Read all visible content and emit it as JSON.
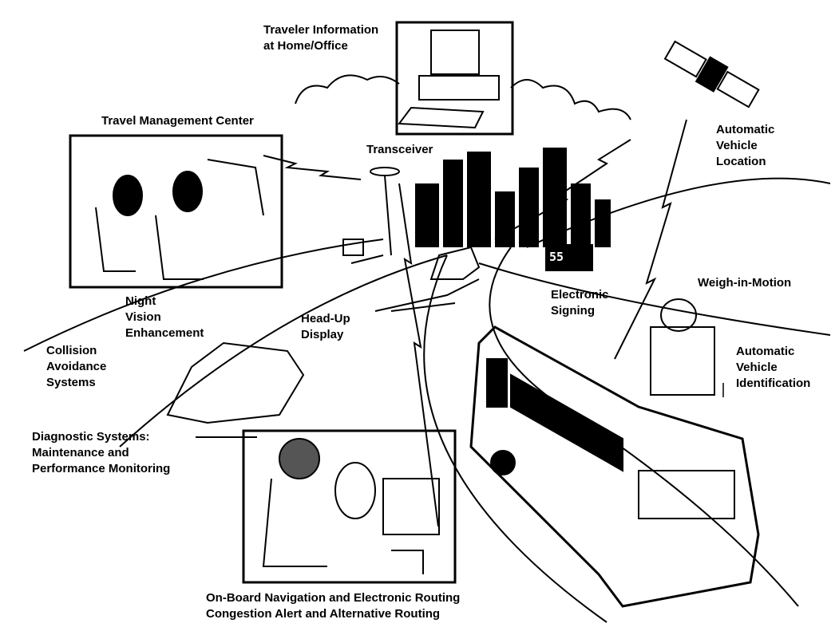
{
  "labels": {
    "traveler_info": [
      "Traveler Information",
      "at Home/Office"
    ],
    "travel_mgmt": "Travel Management Center",
    "transceiver": "Transceiver",
    "avl": [
      "Automatic",
      "Vehicle",
      "Location"
    ],
    "night_vision": [
      "Night",
      "Vision",
      "Enhancement"
    ],
    "head_up": [
      "Head-Up",
      "Display"
    ],
    "electronic_signing": [
      "Electronic",
      "Signing"
    ],
    "weigh_in_motion": "Weigh-in-Motion",
    "collision": [
      "Collision",
      "Avoidance",
      "Systems"
    ],
    "avi": [
      "Automatic",
      "Vehicle",
      "Identification"
    ],
    "diagnostic": [
      "Diagnostic Systems:",
      "Maintenance and",
      "Performance Monitoring"
    ],
    "onboard": [
      "On-Board Navigation and Electronic Routing",
      "Congestion Alert and Alternative Routing"
    ]
  },
  "sign_text": "55"
}
